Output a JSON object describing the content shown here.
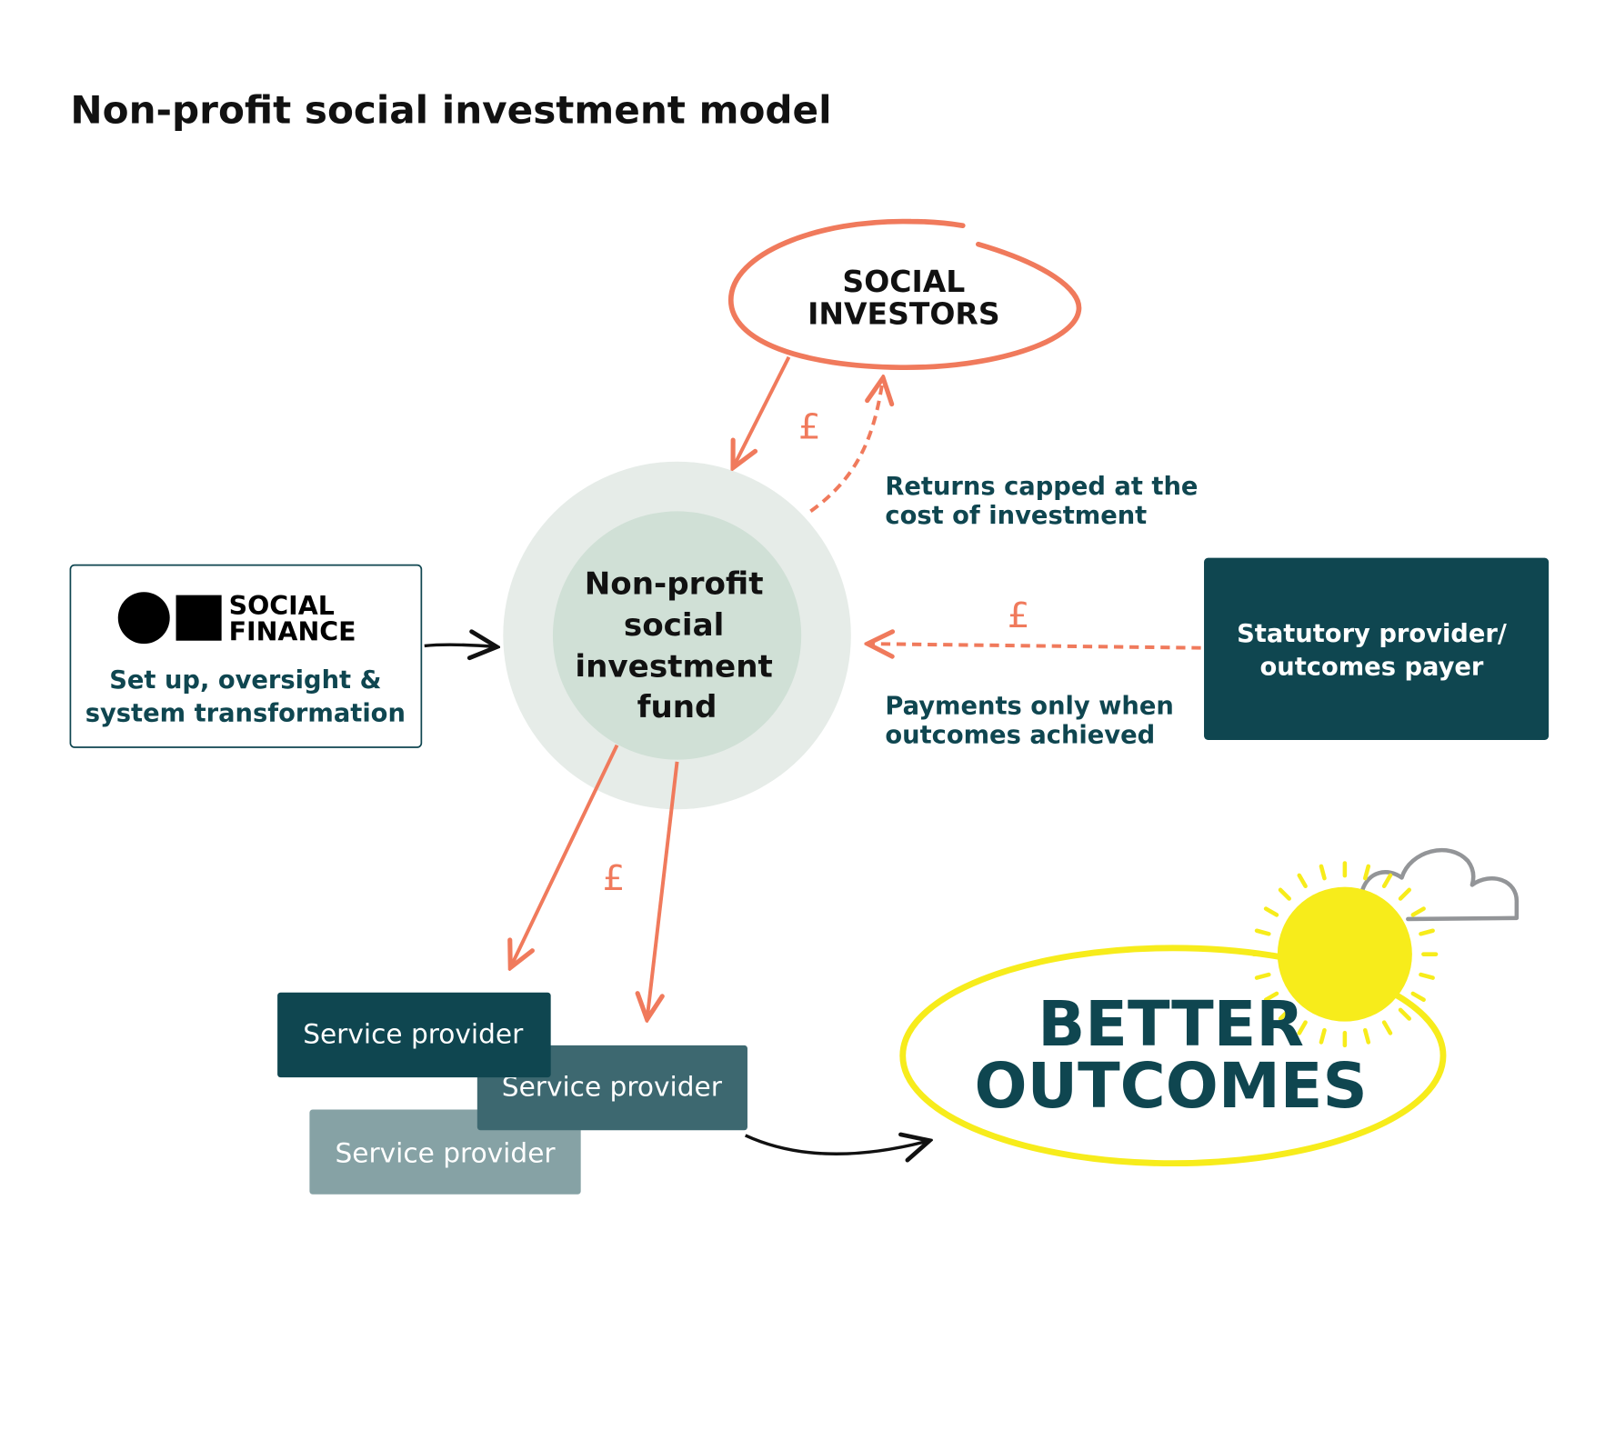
{
  "title": "Non-profit social investment model",
  "social_investors": {
    "line1": "SOCIAL",
    "line2": "INVESTORS"
  },
  "fund": {
    "line1": "Non-profit",
    "line2": "social",
    "line3": "investment",
    "line4": "fund"
  },
  "social_finance": {
    "logo_line1": "SOCIAL",
    "logo_line2": "FINANCE",
    "desc_line1": "Set up, oversight &",
    "desc_line2": "system transformation"
  },
  "statutory": {
    "line1": "Statutory provider/",
    "line2": "outcomes payer"
  },
  "returns_note": {
    "line1": "Returns capped at the",
    "line2": "cost of investment"
  },
  "payments_note": {
    "line1": "Payments only when",
    "line2": "outcomes achieved"
  },
  "currency_symbol": "£",
  "service_providers": [
    "Service provider",
    "Service provider",
    "Service provider"
  ],
  "better_outcomes": {
    "line1": "BETTER",
    "line2": "OUTCOMES"
  },
  "colors": {
    "teal": "#0f4650",
    "orange": "#f07a5c",
    "yellow": "#f7ec1b",
    "grey": "#939598"
  }
}
